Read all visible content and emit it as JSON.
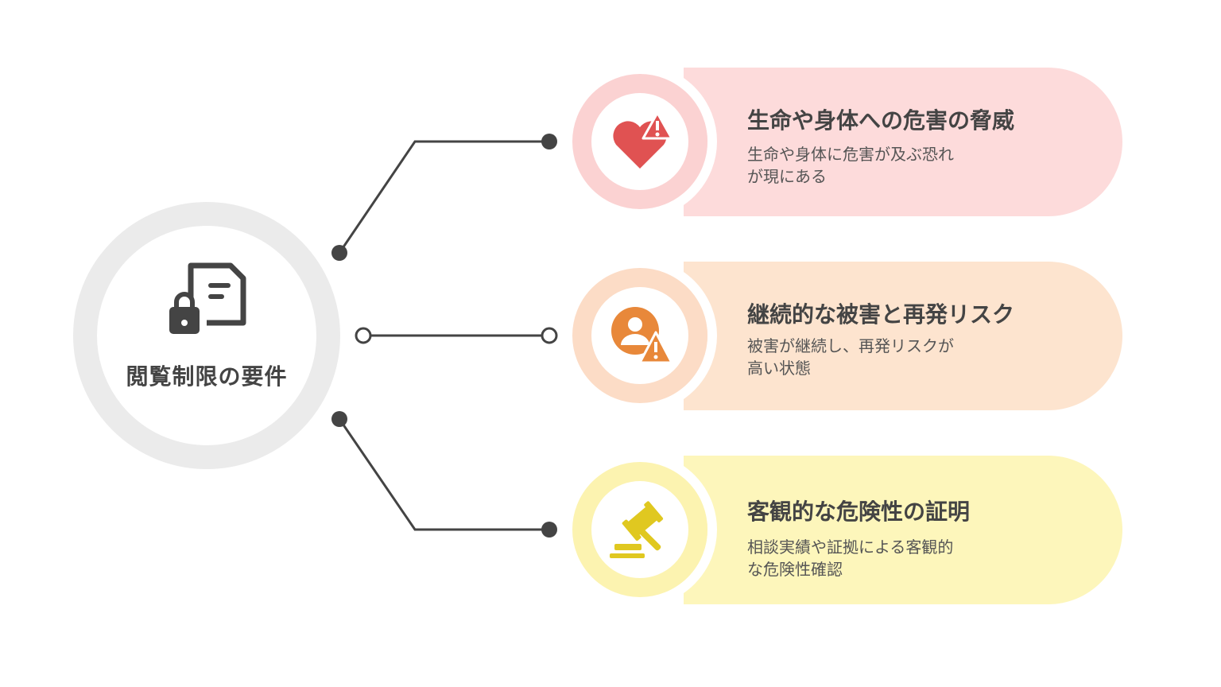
{
  "center": {
    "title": "閲覧制限の要件",
    "icon": "locked-document-icon"
  },
  "items": [
    {
      "title": "生命や身体への危害の脅威",
      "desc_lines": [
        "生命や身体に危害が及ぶ恐れ",
        "が現にある"
      ],
      "icon": "heart-warning-icon",
      "pill_color": "#fddbdb",
      "ring_color": "#fbd2d2",
      "icon_color": "#e05252"
    },
    {
      "title": "継続的な被害と再発リスク",
      "desc_lines": [
        "被害が継続し、再発リスクが",
        "高い状態"
      ],
      "icon": "person-warning-icon",
      "pill_color": "#fde4cf",
      "ring_color": "#fcdcc6",
      "icon_color": "#e8883a"
    },
    {
      "title": "客観的な危険性の証明",
      "desc_lines": [
        "相談実績や証拠による客観的",
        "な危険性確認"
      ],
      "icon": "gavel-icon",
      "pill_color": "#fdf6bb",
      "ring_color": "#fcf3b0",
      "icon_color": "#e0c820"
    }
  ]
}
